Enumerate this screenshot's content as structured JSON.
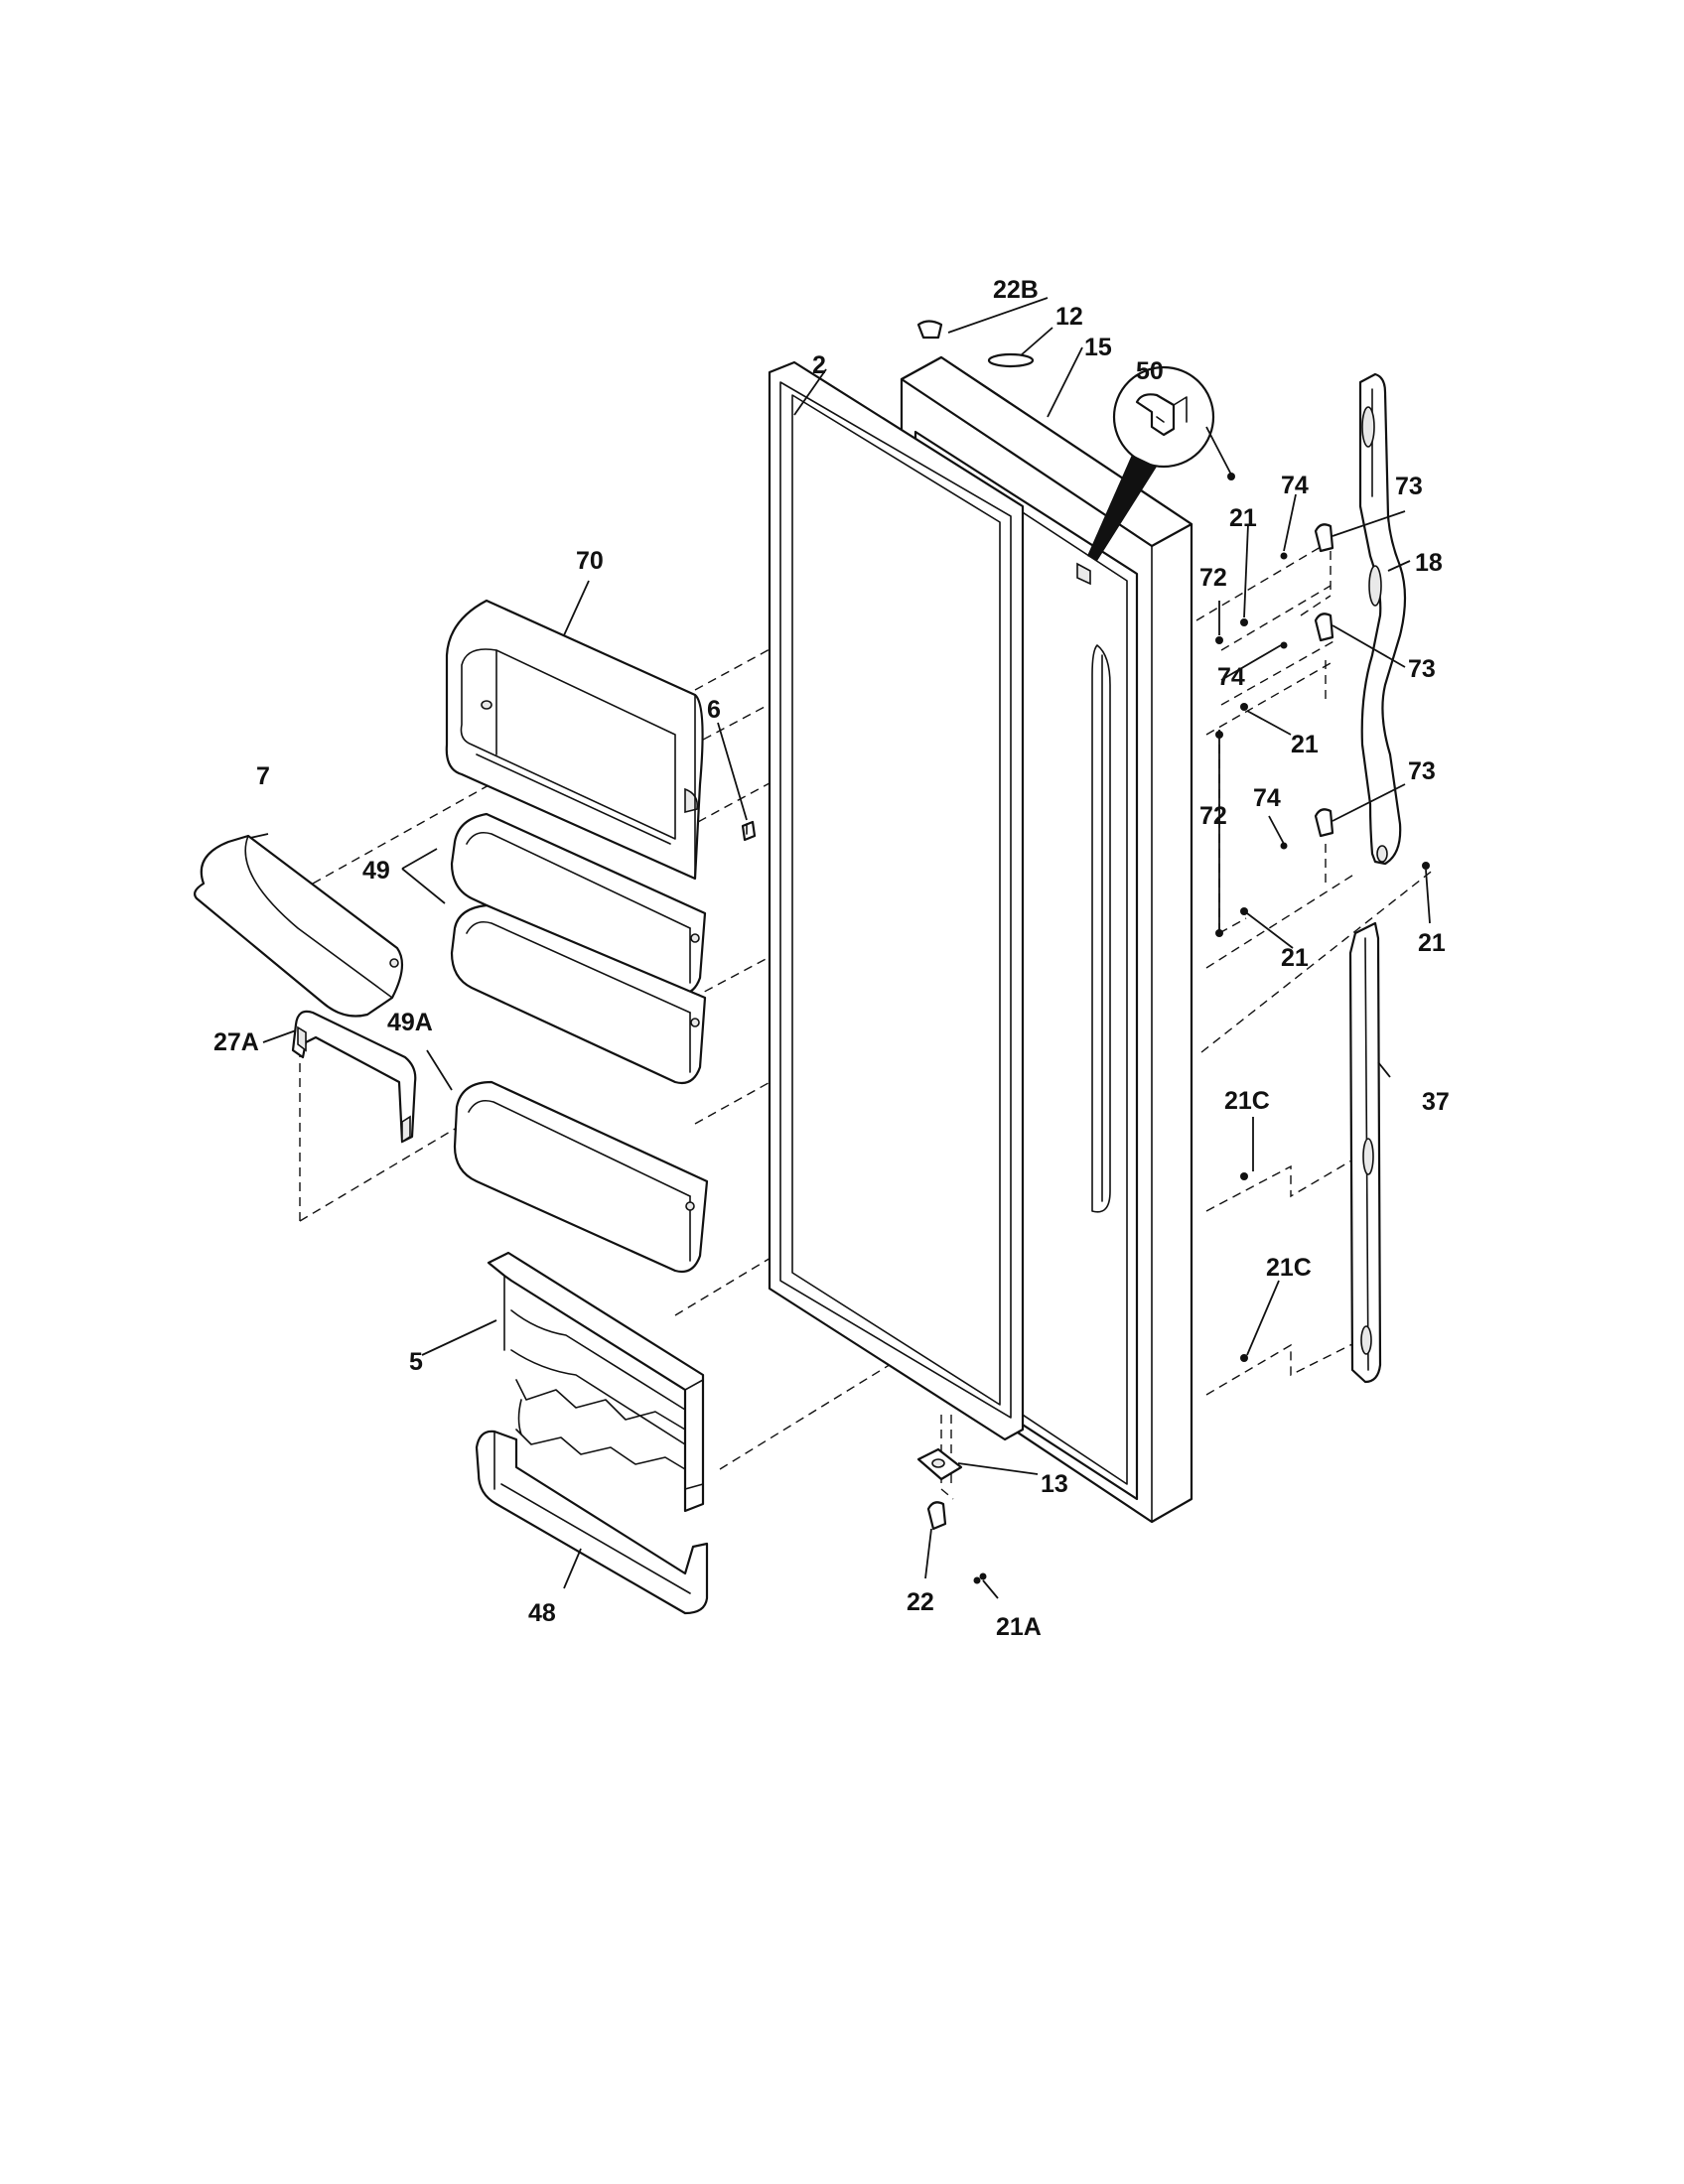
{
  "labels": {
    "l22B": "22B",
    "l12": "12",
    "l15": "15",
    "l2": "2",
    "l50": "50",
    "l70": "70",
    "l74a": "74",
    "l73a": "73",
    "l18": "18",
    "l21a": "21",
    "l72a": "72",
    "l6": "6",
    "l74b": "74",
    "l73b": "73",
    "l21b": "21",
    "l7": "7",
    "l49": "49",
    "l72b": "72",
    "l74c": "74",
    "l73c": "73",
    "l21c": "21",
    "l21d": "21",
    "l27A": "27A",
    "l49A": "49A",
    "l37": "37",
    "l21C1": "21C",
    "l21C2": "21C",
    "l5": "5",
    "l13": "13",
    "l22": "22",
    "l48": "48",
    "l21A": "21A"
  },
  "colors": {
    "line": "#111111",
    "background": "#ffffff",
    "shade": "#e9e9e9"
  }
}
